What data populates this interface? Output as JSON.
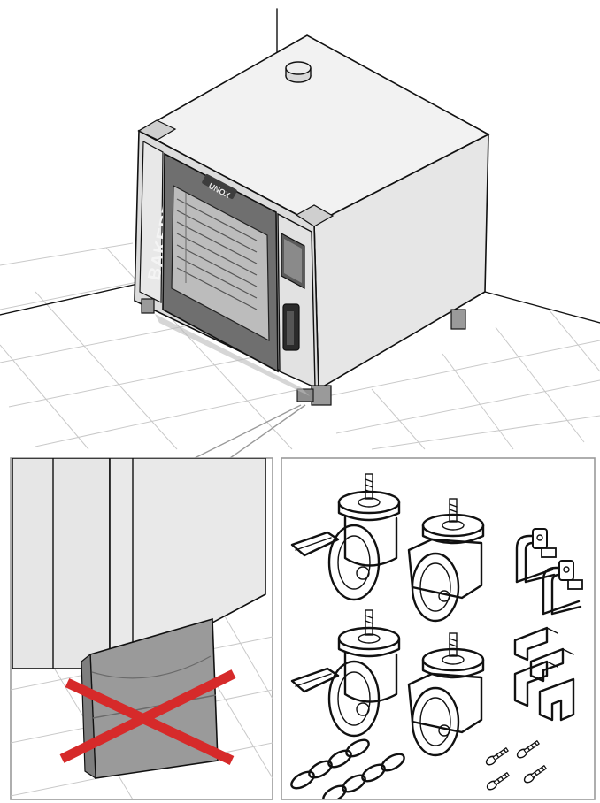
{
  "oven": {
    "brand_label": "BAKERTOP",
    "logo_label": "UNOX"
  },
  "colors": {
    "cross_mark": "#d62a2a",
    "panel_border": "#9a9a9a",
    "oven_body": "#e6e6e6",
    "door_frame": "#6f6f6f"
  },
  "panels": {
    "left": {
      "content": "oven-foot-crossed-out"
    },
    "right": {
      "content": [
        "caster-wheels-with-brake",
        "caster-wheels",
        "shackles",
        "brackets",
        "chains",
        "screws"
      ]
    }
  }
}
